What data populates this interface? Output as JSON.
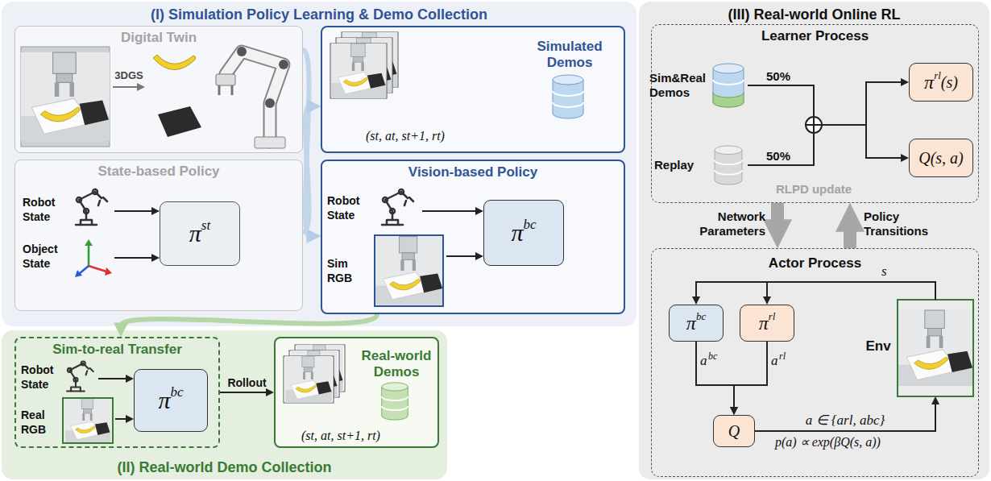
{
  "diagram": {
    "nodes": [
      {
        "text": [
          "(I) Simulation Policy Learning & Demo Collection"
        ]
      },
      {
        "text": [
          "Digital Twin"
        ],
        "in": 0
      },
      {
        "text": [
          "State-based Policy"
        ],
        "in": 0
      },
      {
        "text": [
          "π",
          "st"
        ],
        "in": 2
      },
      {
        "text": [
          "Simulated Demos",
          "(st, at, st+1, rt)"
        ],
        "in": 0
      },
      {
        "text": [
          "Vision-based Policy"
        ],
        "in": 0
      },
      {
        "text": [
          "π",
          "bc"
        ],
        "in": 5
      },
      {
        "text": [
          "(II) Real-world Demo Collection"
        ]
      },
      {
        "text": [
          "Sim-to-real Transfer"
        ],
        "in": 7
      },
      {
        "text": [
          "π",
          "bc"
        ],
        "in": 8
      },
      {
        "text": [
          "Real-world Demos",
          "(st, at, st+1, rt)"
        ],
        "in": 7
      },
      {
        "text": [
          "(III) Real-world Online RL"
        ]
      },
      {
        "text": [
          "Learner Process"
        ],
        "in": 11
      },
      {
        "text": [
          "π",
          "rl",
          "(s)"
        ],
        "in": 12
      },
      {
        "text": [
          "Q(s, a)"
        ],
        "in": 12
      },
      {
        "text": [
          "Actor Process"
        ],
        "in": 11
      },
      {
        "text": [
          "π",
          "bc"
        ],
        "in": 15
      },
      {
        "text": [
          "π",
          "rl"
        ],
        "in": 15
      },
      {
        "text": [
          "Q"
        ],
        "in": 15
      },
      {
        "text": [
          "Env"
        ],
        "in": 15
      }
    ],
    "edges": [
      {
        "from": 1,
        "to": 5,
        "arrow": "to"
      },
      {
        "from": 2,
        "to": 4,
        "arrow": "to"
      },
      {
        "from": 5,
        "to": 8,
        "arrow": "to"
      },
      {
        "from": 8,
        "to": 10,
        "label": "Rollout",
        "arrow": "to"
      },
      {
        "from": 12,
        "to": 15,
        "label": "Network Parameters",
        "arrow": "to"
      },
      {
        "from": 15,
        "to": 12,
        "label": "Policy Transitions",
        "arrow": "to"
      },
      {
        "from": 19,
        "to": 16,
        "arrow": "to"
      },
      {
        "from": 19,
        "to": 17,
        "arrow": "to"
      },
      {
        "from": 16,
        "to": 18,
        "arrow": "to"
      },
      {
        "from": 17,
        "to": 18,
        "arrow": "to"
      },
      {
        "from": 18,
        "to": 19,
        "label": "a ∈ {arl, abc}",
        "arrow": "to"
      }
    ],
    "labels": [
      "3DGS",
      "Robot State",
      "Object State",
      "Robot State",
      "Sim RGB",
      "Robot State",
      "Real RGB",
      "Sim&Real Demos",
      "Replay",
      "50%",
      "50%",
      "RLPD update",
      "a",
      "bc",
      "a",
      "rl",
      "s",
      "p(a) ∝ exp(βQ(s, a))"
    ]
  }
}
